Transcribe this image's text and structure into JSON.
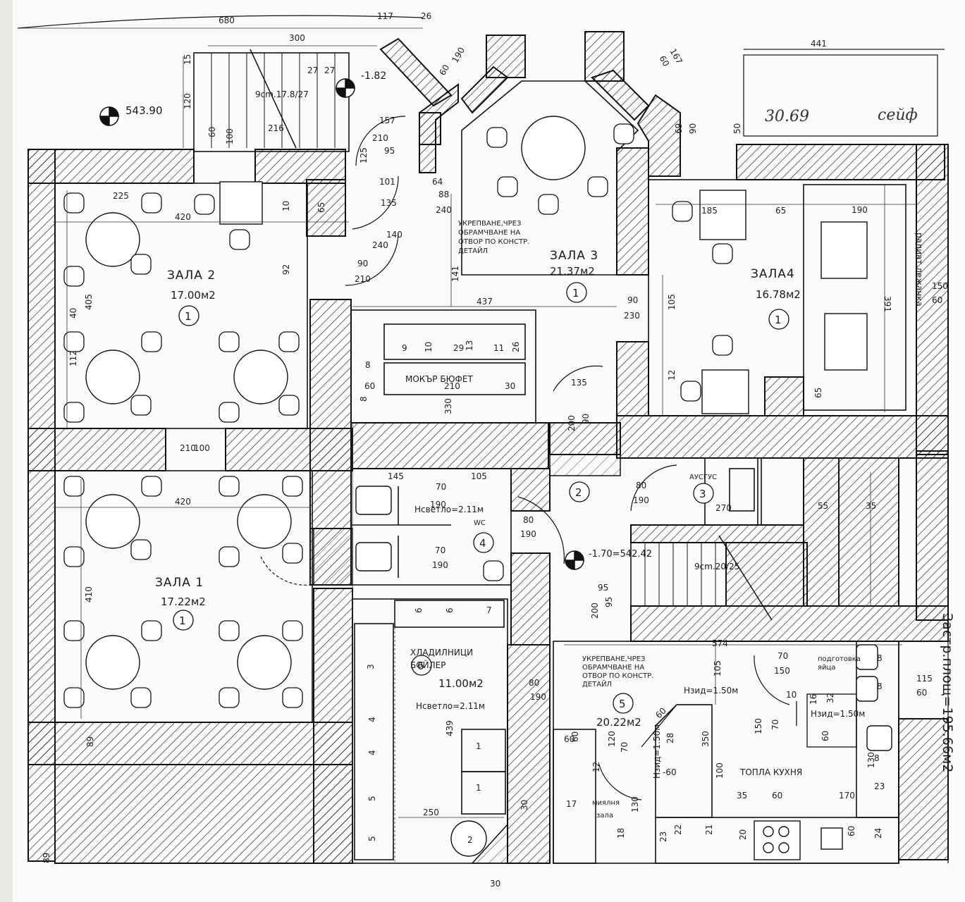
{
  "rooms": [
    {
      "key": "zala2",
      "name": "ЗАЛА 2",
      "area": "17.00м2",
      "number": "1"
    },
    {
      "key": "zala1",
      "name": "ЗАЛА 1",
      "area": "17.22м2",
      "number": "1"
    },
    {
      "key": "zala3",
      "name": "ЗАЛА 3",
      "area": "21.37м2",
      "number": "1"
    },
    {
      "key": "zala4",
      "name": "ЗАЛА4",
      "area": "16.78м2",
      "number": "1"
    },
    {
      "key": "bar",
      "name": "МОКЪР БЮФЕТ"
    },
    {
      "key": "wc",
      "name": "WC",
      "number": "4",
      "height": "Нсветло=2.11м"
    },
    {
      "key": "corridor",
      "number": "2"
    },
    {
      "key": "ausgus",
      "name": "АУСГУС",
      "number": "3"
    },
    {
      "key": "storage",
      "name_line1": "ХЛАДИЛНИЦИ",
      "name_line2": "БОЙЛЕР",
      "area": "11.00м2",
      "number": "6",
      "height": "Нсветло=2.11м"
    },
    {
      "key": "kitchen",
      "name": "ТОПЛА КУХНЯ",
      "area": "20.22м2",
      "number": "5"
    }
  ],
  "notes": {
    "reinforcement_1": [
      "УКРЕПВАНЕ,ЧРЕЗ",
      "ОБРАМЧВАНЕ НА",
      "ОТВОР ПО КОНСТР.",
      "ДЕТАЙЛ"
    ],
    "reinforcement_2": [
      "УКРЕПВАНЕ,ЧРЕЗ",
      "ОБРАМЧВАНЕ НА",
      "ОТВОР ПО КОНСТР.",
      "ДЕТАЙЛ"
    ],
    "radiator": "радиат.лежанка",
    "prep_sink": [
      "подготовка",
      "яйца"
    ],
    "dishwash": [
      "миялня",
      "зала"
    ],
    "h_zid_1": "Нзид=1.50м",
    "h_zid_2": "Нзид=1.50м",
    "h_zid_3": "Нзид=1.50м",
    "stair_1": "9cm.17.8/27",
    "stair_2": "9cm.20/25",
    "handwritten": "30.69",
    "handwritten_2": "сейф",
    "site_area": "Застр.площ=195.66м2"
  },
  "levels": {
    "l1": "543.90",
    "l2": "-1.82",
    "l3": "-1.70=542.42",
    "l4": "-60"
  },
  "dims": {
    "top_680": "680",
    "top_300": "300",
    "top_117": "117",
    "top_26": "26",
    "d120": "120",
    "d15": "15",
    "d100": "100",
    "d60": "60",
    "d216": "216",
    "d27a": "27",
    "d27b": "27",
    "d157": "157",
    "d210a": "210",
    "d95": "95",
    "d125": "125",
    "d101": "101",
    "d64": "64",
    "d88": "88",
    "d240a": "240",
    "d135": "135",
    "d140": "140",
    "d240b": "240",
    "d90a": "90",
    "d210b": "210",
    "d141": "141",
    "d225": "225",
    "d420a": "420",
    "d10": "10",
    "d65": "65",
    "d92": "92",
    "d405": "405",
    "d40": "40",
    "d112": "112",
    "d100b": "100",
    "d210c": "210",
    "d420b": "420",
    "d410": "410",
    "d437": "437",
    "d90b": "90",
    "d230": "230",
    "d185": "185",
    "d65b": "65",
    "d190": "190",
    "d391": "391",
    "d150": "150",
    "d60r": "60",
    "d105": "105",
    "d12": "12",
    "d65c": "65",
    "d441": "441",
    "d167": "167",
    "d60b": "60",
    "d90c": "90",
    "d50": "50",
    "d69": "69",
    "d190b": "190",
    "d60c": "60",
    "b9": "9",
    "b10": "10",
    "b29": "29",
    "b13": "13",
    "b11": "11",
    "b26": "26",
    "b8": "8",
    "b60": "60",
    "b8b": "8",
    "b210": "210",
    "b30": "30",
    "b330": "330",
    "d135b": "135",
    "d90d": "90",
    "d200": "200",
    "w145": "145",
    "w105": "105",
    "w70a": "70",
    "w190a": "190",
    "w80": "80",
    "w190b": "190",
    "w70b": "70",
    "w190c": "190",
    "a80": "80",
    "a190": "190",
    "a270": "270",
    "a55": "55",
    "a35": "35",
    "s6a": "6",
    "s6b": "6",
    "s7": "7",
    "s3": "3",
    "s4a": "4",
    "s4b": "4",
    "s5a": "5",
    "s5b": "5",
    "s1a": "1",
    "s1b": "1",
    "s2": "2",
    "s250": "250",
    "s439": "439",
    "s80": "80",
    "s190": "190",
    "c95": "95",
    "c200": "200",
    "c95b": "95",
    "k574": "574",
    "k70": "70",
    "k150": "150",
    "k105": "105",
    "k10": "10",
    "k16": "16",
    "k32": "32",
    "k60a": "60",
    "k8a": "8",
    "k8b": "8",
    "k115": "115",
    "k60b": "60",
    "k150b": "150",
    "k70b": "70",
    "k60c": "60",
    "k60d": "60",
    "k28": "28",
    "k60e": "60",
    "k120": "120",
    "k70c": "70",
    "k12": "12",
    "k17": "17",
    "k18": "18",
    "k350": "350",
    "k100": "100",
    "k130": "130",
    "k35": "35",
    "k60f": "60",
    "k170": "170",
    "k23a": "23",
    "k23b": "23",
    "k22": "22",
    "k21": "21",
    "k20": "20",
    "k24": "24",
    "k130b": "130",
    "k8c": "8",
    "k60g": "60",
    "bot_30": "30",
    "bot_89": "89",
    "bot_89b": "89",
    "bot_30b": "30"
  }
}
